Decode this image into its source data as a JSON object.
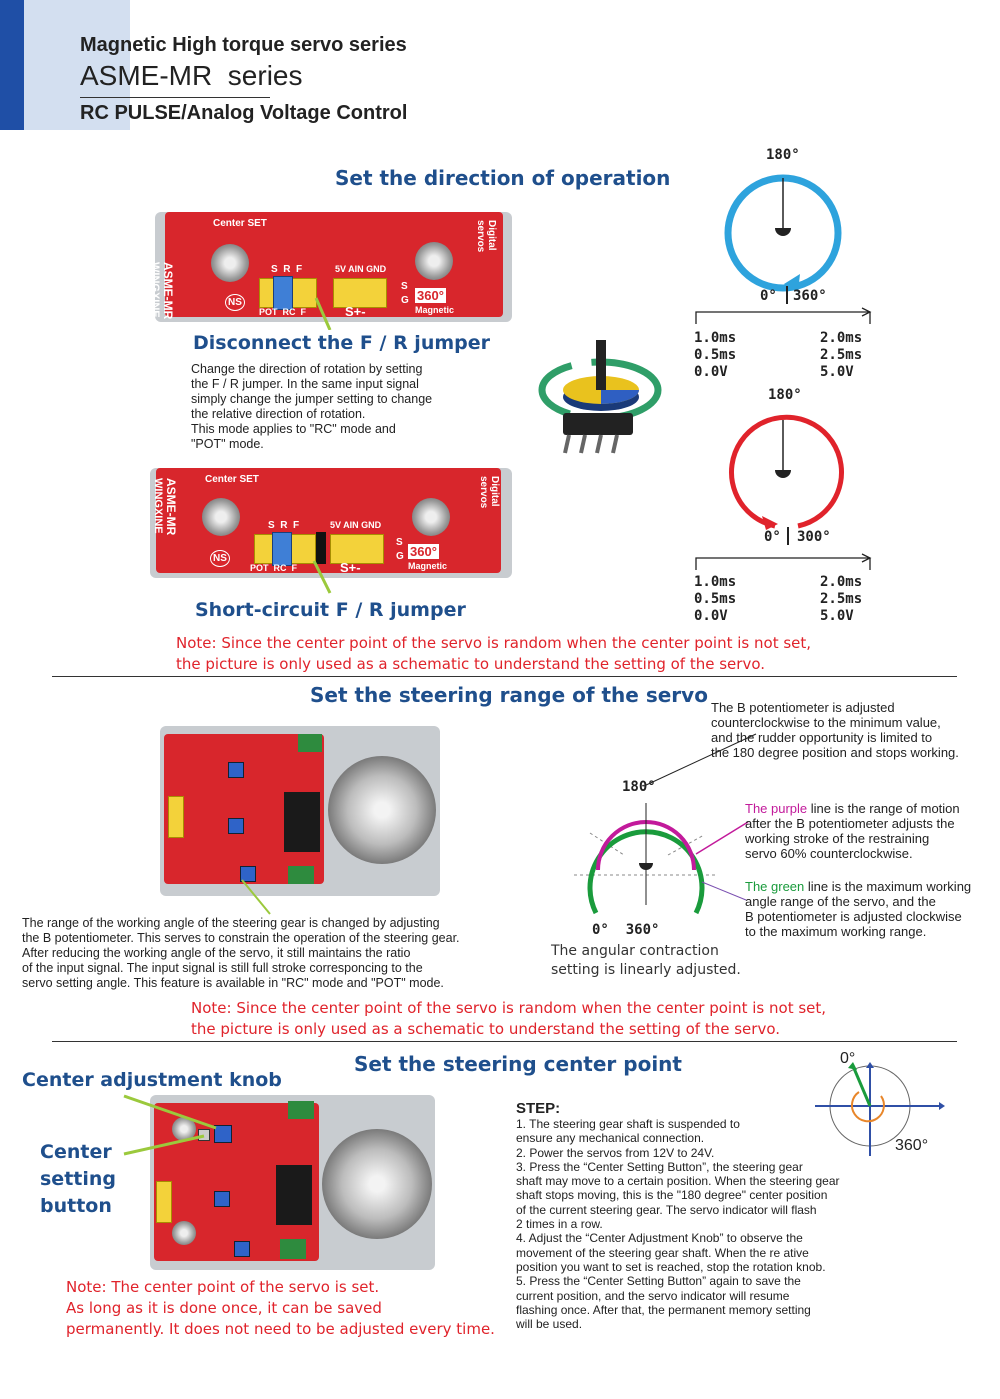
{
  "header": {
    "line1": "Magnetic High torque servo series",
    "line2_main": "ASME-MR",
    "line2_suffix": "series",
    "line3": "RC PULSE/Analog Voltage Control"
  },
  "section1": {
    "title": "Set the direction of operation",
    "disconnect_title": "Disconnect the F / R jumper",
    "disconnect_text": "Change the direction of rotation by setting\nthe F / R jumper. In the same input signal\nsimply change the jumper setting to change\nthe relative direction of rotation.\nThis mode applies to \"RC\" mode and\n\"POT\" mode.",
    "short_title": "Short-circuit F / R jumper",
    "dial1": {
      "top": "180°",
      "bottom_left": "0°",
      "bottom_right": "360°",
      "left_vals": "1.0ms\n0.5ms\n0.0V",
      "right_vals": "2.0ms\n2.5ms\n5.0V",
      "color": "#2ea3dd"
    },
    "dial2": {
      "top": "180°",
      "bottom_left": "0°",
      "bottom_right": "300°",
      "left_vals": "1.0ms\n0.5ms\n0.0V",
      "right_vals": "2.0ms\n2.5ms\n5.0V",
      "color": "#e0232b"
    },
    "note": "Note: Since the center point of the servo is random when the center point is not set,\nthe picture is only used as a schematic to understand the setting of the servo."
  },
  "board_labels": {
    "center_set": "Center SET",
    "name": "ASME-MR",
    "brand": "WINGXINE",
    "digital": "Digital\nservos",
    "pins_top": "S  R  F",
    "pins_mid": "5V AIN GND",
    "pins_bottom": "POT  RC  F",
    "deg": "360°",
    "magnetic": "Magnetic",
    "sg": "S\nG",
    "splus": "S+-",
    "ns": "NS"
  },
  "section2": {
    "title": "Set the steering range of the servo",
    "b_pot_text": "The B potentiometer is adjusted\ncounterclockwise to the minimum value,\n and the rudder opportunity is limited to\n the 180 degree position and stops working.",
    "purple_word": "The purple",
    "purple_text": " line is the range of motion\nafter the B potentiometer adjusts the\nworking stroke of the restraining\nservo 60% counterclockwise.",
    "green_word": "The green",
    "green_text": " line is the maximum working\n angle range of the servo, and the\nB potentiometer is adjusted clockwise\nto the maximum working range.",
    "dial_top": "180°",
    "dial_bottom": "0°  360°",
    "contraction": "The angular contraction\nsetting is linearly adjusted.",
    "left_text": "The range of the working angle of the steering gear is changed by adjusting\nthe B potentiometer. This serves to constrain the operation of the steering gear.\nAfter reducing the working angle of the servo, it still maintains the ratio\nof the input signal. The input signal is still full stroke corresponcing to the\nservo setting angle. This feature is available in \"RC\" mode and \"POT\" mode.",
    "note": "Note: Since the center point of the servo is random when the center point is not set,\nthe picture is only used as a schematic to understand the setting of the servo.",
    "purple": "#c21a9b",
    "green": "#1a9b3c"
  },
  "section3": {
    "title": "Set the steering center point",
    "knob_label": "Center adjustment knob",
    "button_label": "Center\nsetting\nbutton",
    "step_title": "STEP:",
    "steps": "1. The steering gear shaft is suspended to\n    ensure any mechanical connection.\n2. Power the servos from 12V to 24V.\n3. Press the “Center Setting Button”, the steering gear\n    shaft may move to a certain position. When the steering gear\n    shaft stops moving, this is the \"180 degree\" center position\n    of the current steering gear. The servo indicator will flash\n    2 times in a row.\n4. Adjust the “Center Adjustment Knob” to observe the\n    movement of the steering gear shaft. When the re ative\n    position you want to set is reached, stop the rotation knob.\n5. Press the “Center Setting Button” again to save the\n    current position, and the servo indicator will resume\n    flashing once. After that, the permanent memory setting\n    will be used.",
    "deg0": "0°",
    "deg360": "360°",
    "note": "Note: The center point of the servo is set.\nAs long as it is done once, it can be saved\npermanently. It does not need to be adjusted every time."
  }
}
